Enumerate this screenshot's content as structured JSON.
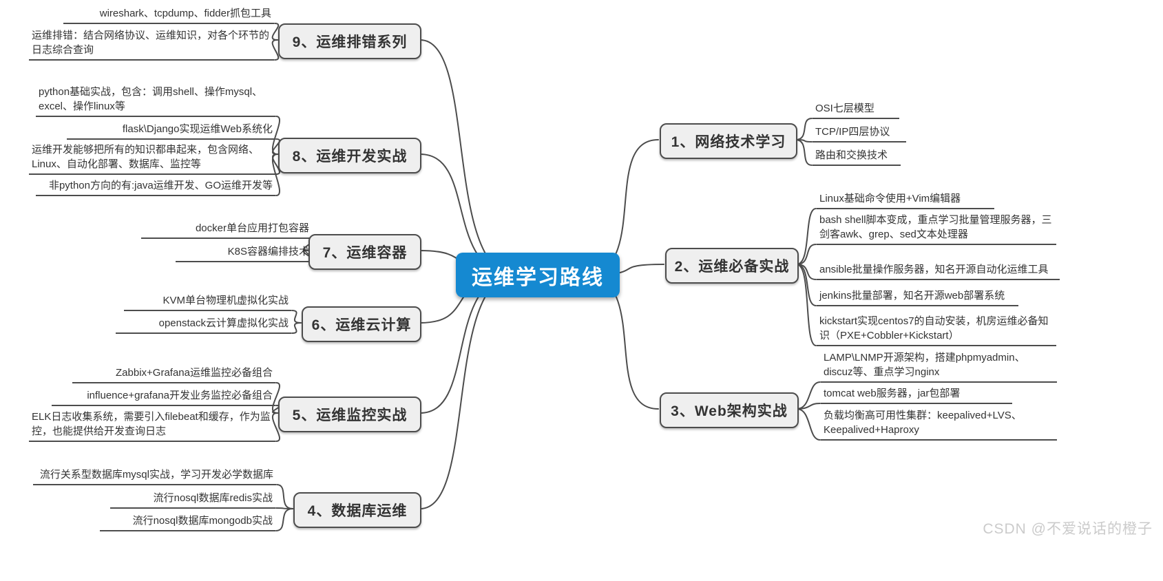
{
  "title": "运维学习路线",
  "colors": {
    "accent_blue": "#1589d1",
    "line_gray": "#4c4c4c",
    "node_bg": "#efefef",
    "text": "#333333",
    "watermark_gray": "#cbcbcb"
  },
  "center": {
    "label": "运维学习路线"
  },
  "watermark": "CSDN @不爱说话的橙子",
  "branches": [
    {
      "id": 1,
      "label": "1、网络技术学习",
      "leaves": [
        "OSI七层模型",
        "TCP/IP四层协议",
        "路由和交换技术"
      ]
    },
    {
      "id": 2,
      "label": "2、运维必备实战",
      "leaves": [
        "Linux基础命令使用+Vim编辑器",
        "bash shell脚本变成，重点学习批量管理服务器，三剑客awk、grep、sed文本处理器",
        "ansible批量操作服务器，知名开源自动化运维工具",
        "jenkins批量部署，知名开源web部署系统",
        "kickstart实现centos7的自动安装，机房运维必备知识（PXE+Cobbler+Kickstart）"
      ]
    },
    {
      "id": 3,
      "label": "3、Web架构实战",
      "leaves": [
        "LAMP\\LNMP开源架构，搭建phpmyadmin、discuz等、重点学习nginx",
        "tomcat web服务器，jar包部署",
        "负载均衡高可用性集群：keepalived+LVS、Keepalived+Haproxy"
      ]
    },
    {
      "id": 4,
      "label": "4、数据库运维",
      "leaves": [
        "流行关系型数据库mysql实战，学习开发必学数据库",
        "流行nosql数据库redis实战",
        "流行nosql数据库mongodb实战"
      ]
    },
    {
      "id": 5,
      "label": "5、运维监控实战",
      "leaves": [
        "Zabbix+Grafana运维监控必备组合",
        "influence+grafana开发业务监控必备组合",
        "ELK日志收集系统，需要引入filebeat和缓存，作为监控，也能提供给开发查询日志"
      ]
    },
    {
      "id": 6,
      "label": "6、运维云计算",
      "leaves": [
        "KVM单台物理机虚拟化实战",
        "openstack云计算虚拟化实战"
      ]
    },
    {
      "id": 7,
      "label": "7、运维容器",
      "leaves": [
        "docker单台应用打包容器",
        "K8S容器编排技术"
      ]
    },
    {
      "id": 8,
      "label": "8、运维开发实战",
      "leaves": [
        "python基础实战，包含：调用shell、操作mysql、excel、操作linux等",
        "flask\\Django实现运维Web系统化",
        "运维开发能够把所有的知识都串起来，包含网络、Linux、自动化部署、数据库、监控等",
        "非python方向的有:java运维开发、GO运维开发等"
      ]
    },
    {
      "id": 9,
      "label": "9、运维排错系列",
      "leaves": [
        "wireshark、tcpdump、fidder抓包工具",
        "运维排错：结合网络协议、运维知识，对各个环节的日志综合查询"
      ]
    }
  ]
}
